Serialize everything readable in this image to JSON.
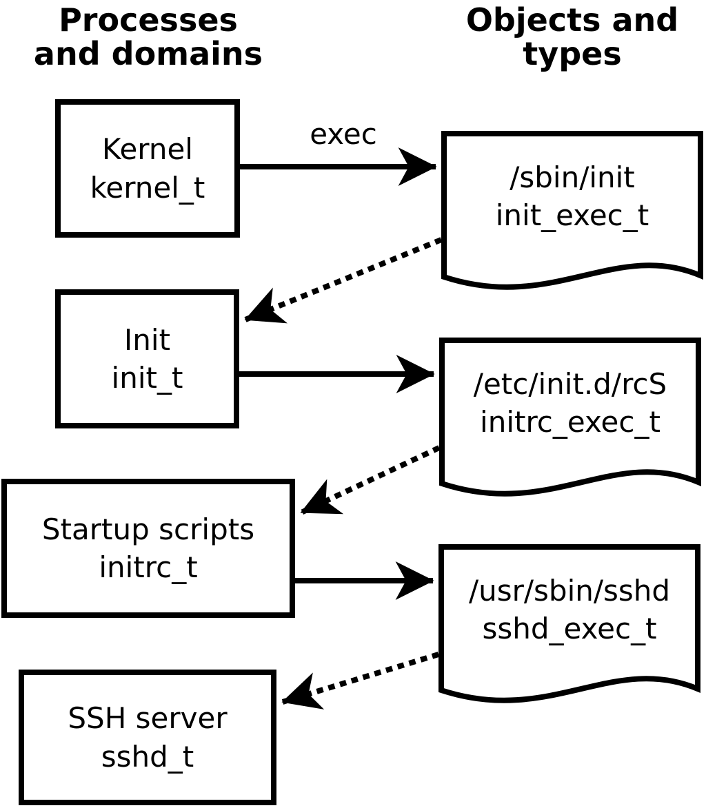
{
  "headers": {
    "left": {
      "line1": "Processes",
      "line2": "and domains"
    },
    "right": {
      "line1": "Objects and",
      "line2": "types"
    }
  },
  "process_boxes": [
    {
      "name": "Kernel",
      "type": "kernel_t"
    },
    {
      "name": "Init",
      "type": "init_t"
    },
    {
      "name": "Startup scripts",
      "type": "initrc_t"
    },
    {
      "name": "SSH server",
      "type": "sshd_t"
    }
  ],
  "object_docs": [
    {
      "path": "/sbin/init",
      "type": "init_exec_t"
    },
    {
      "path": "/etc/init.d/rcS",
      "type": "initrc_exec_t"
    },
    {
      "path": "/usr/sbin/sshd",
      "type": "sshd_exec_t"
    }
  ],
  "edges": {
    "exec_label": "exec",
    "solid_exec": [
      {
        "from": "kernel_t",
        "to": "init_exec_t"
      },
      {
        "from": "init_t",
        "to": "initrc_exec_t"
      },
      {
        "from": "initrc_t",
        "to": "sshd_exec_t"
      }
    ],
    "dotted_transition": [
      {
        "from": "init_exec_t",
        "to": "init_t"
      },
      {
        "from": "initrc_exec_t",
        "to": "initrc_t"
      },
      {
        "from": "sshd_exec_t",
        "to": "sshd_t"
      }
    ]
  },
  "colors": {
    "foreground": "#000000",
    "background": "#ffffff"
  }
}
